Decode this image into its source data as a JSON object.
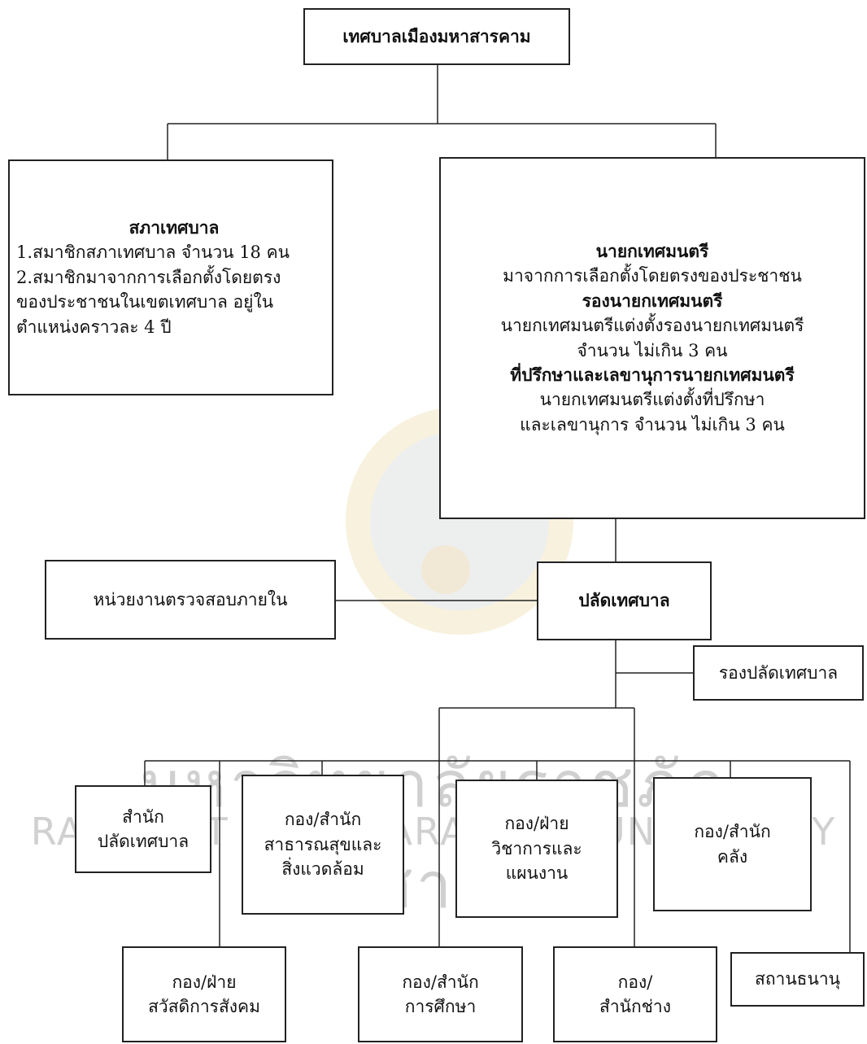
{
  "root": {
    "title": "เทศบาลเมืองมหาสารคาม"
  },
  "council": {
    "title": "สภาเทศบาล",
    "line1": "1.สมาชิกสภาเทศบาล จำนวน 18 คน",
    "line2": "2.สมาชิกมาจากการเลือกตั้งโดยตรง",
    "line3": "ของประชาชนในเขตเทศบาล อยู่ใน",
    "line4": "ตำแหน่งคราวละ 4 ปี"
  },
  "mayor": {
    "title": "นายกเทศมนตรี",
    "line1": "มาจากการเลือกตั้งโดยตรงของประชาชน",
    "deputy_title": "รองนายกเทศมนตรี",
    "line2": "นายกเทศมนตรีแต่งตั้งรองนายกเทศมนตรี",
    "line3": "จำนวน ไม่เกิน 3 คน",
    "advisor_title": "ที่ปรึกษาและเลขานุการนายกเทศมนตรี",
    "line4": "นายกเทศมนตรีแต่งตั้งที่ปรึกษา",
    "line5": "และเลขานุการ จำนวน ไม่เกิน 3 คน"
  },
  "audit": {
    "label": "หน่วยงานตรวจสอบภายใน"
  },
  "clerk": {
    "label": "ปลัดเทศบาล"
  },
  "deputy_clerk": {
    "label": "รองปลัดเทศบาล"
  },
  "units": {
    "clerk_office": {
      "line1": "สำนัก",
      "line2": "ปลัดเทศบาล"
    },
    "health": {
      "line1": "กอง/สำนัก",
      "line2": "สาธารณสุขและ",
      "line3": "สิ่งแวดล้อม"
    },
    "academic": {
      "line1": "กอง/ฝ่าย",
      "line2": "วิชาการและ",
      "line3": "แผนงาน"
    },
    "finance": {
      "line1": "กอง/สำนัก",
      "line2": "คลัง"
    },
    "welfare": {
      "line1": "กอง/ฝ่าย",
      "line2": "สวัสดิการสังคม"
    },
    "education": {
      "line1": "กอง/สำนัก",
      "line2": "การศึกษา"
    },
    "engineering": {
      "line1": "กอง/",
      "line2": "สำนักช่าง"
    },
    "pawnshop": {
      "line1": "สถานธนานุ"
    }
  },
  "watermark": {
    "line1": "มหาวิทยาลัยราชภัฏมหาสารคาม",
    "line2": "RAJABHAT MAHASARAKHAM UNIVERSITY"
  }
}
